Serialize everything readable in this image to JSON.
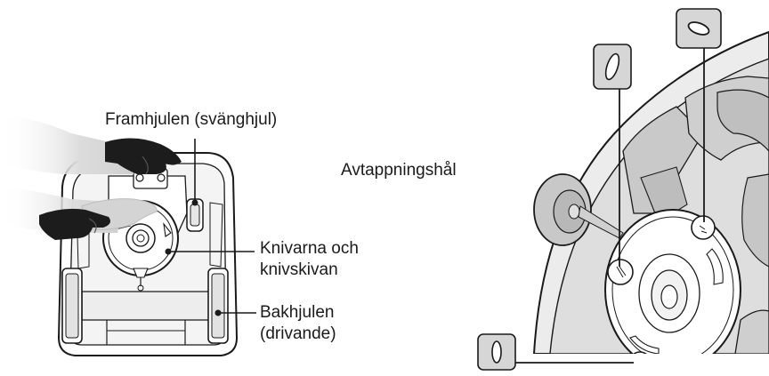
{
  "labels": {
    "front_wheels": "Framhjulen (svänghjul)",
    "blades_line1": "Knivarna och",
    "blades_line2": "knivskivan",
    "rear_wheels_line1": "Bakhjulen",
    "rear_wheels_line2": "(drivande)",
    "drain_holes": "Avtappningshål"
  },
  "colors": {
    "line": "#1a1a1a",
    "body_fill": "#ffffff",
    "panel_fill": "#e9e9e9",
    "shadow_fill": "#cfcfcf",
    "glove": "#1c1c1c",
    "arm": "#d9d9d9"
  },
  "icons": [
    "glove-icon",
    "drain-hole-oval-icon"
  ]
}
